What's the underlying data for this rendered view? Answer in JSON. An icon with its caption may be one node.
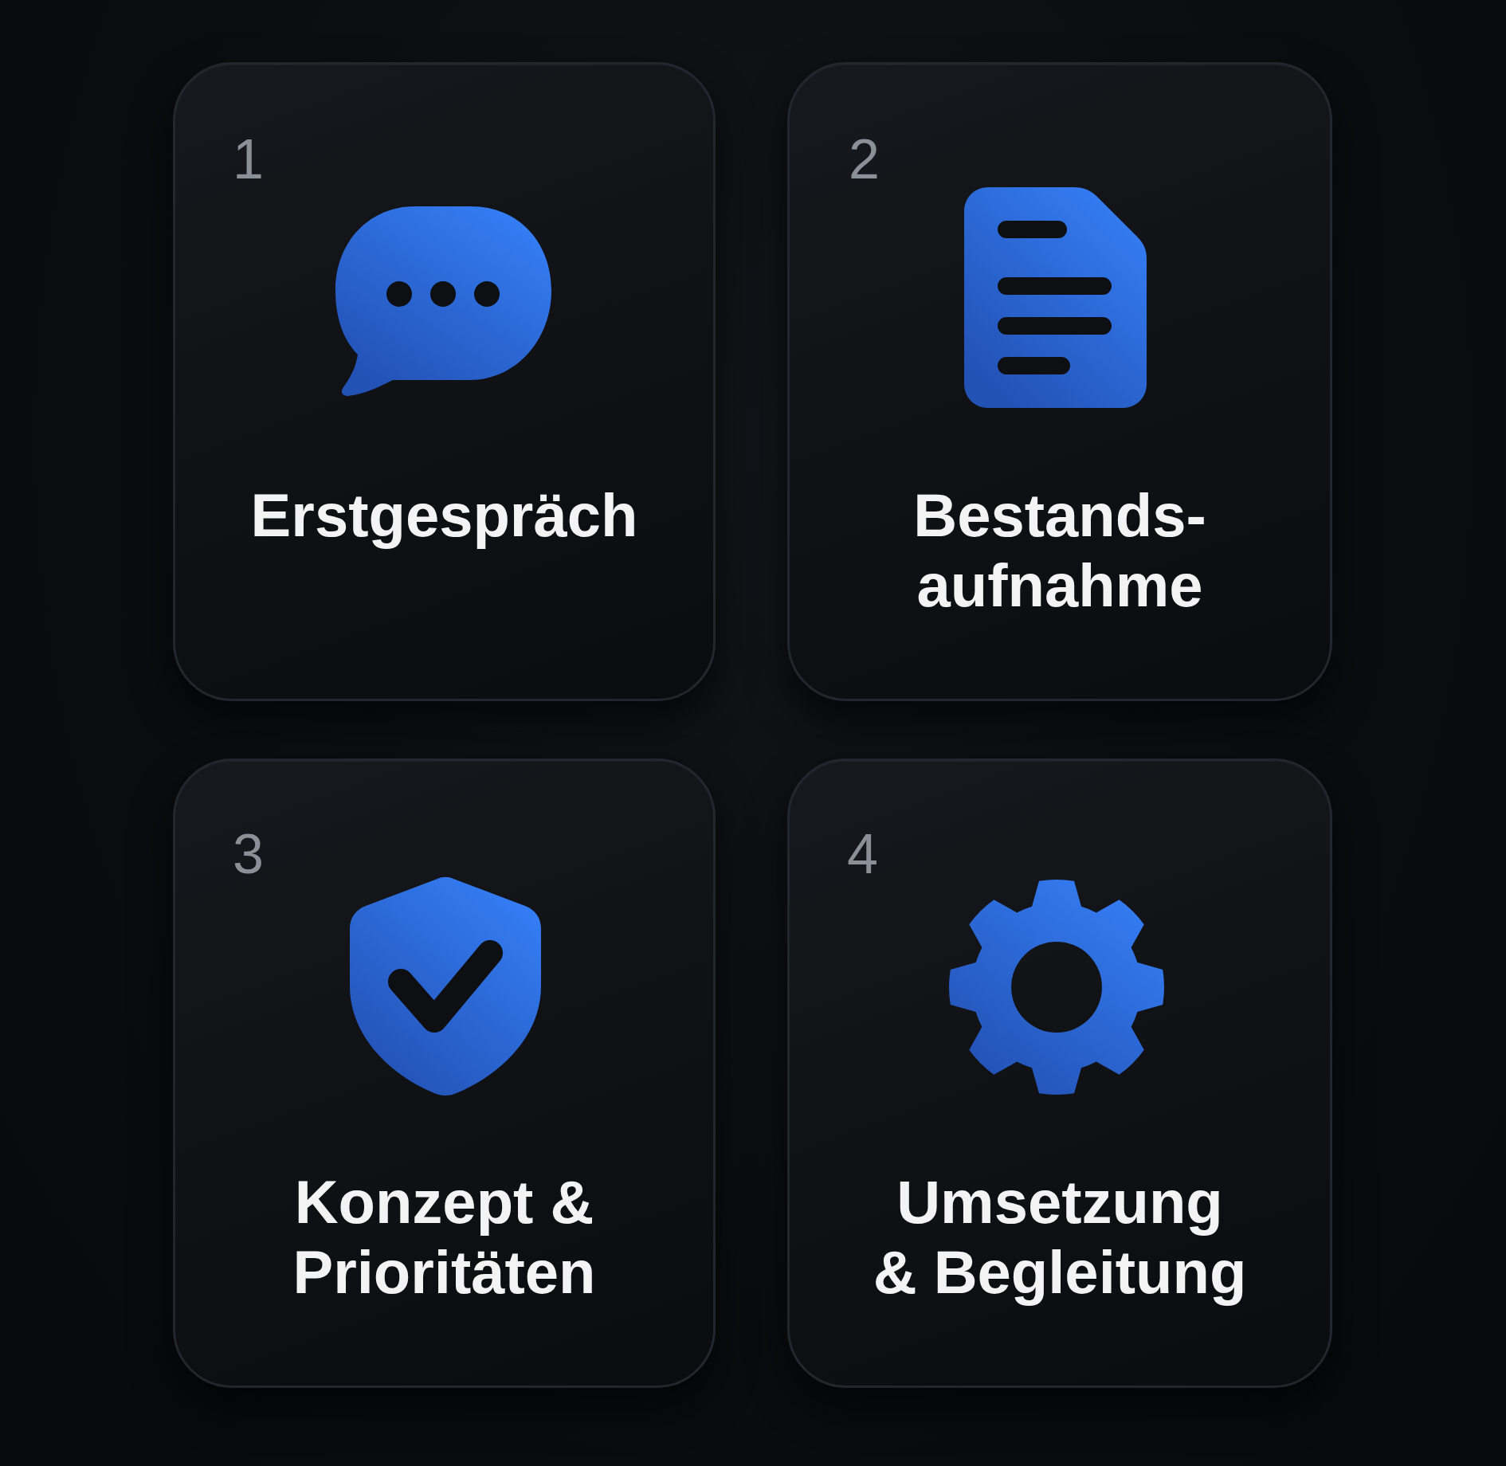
{
  "diagram": {
    "nodes": [
      {
        "text": [
          "1",
          "Erstgespräch"
        ]
      },
      {
        "text": [
          "2",
          "Bestands- aufnahme"
        ]
      },
      {
        "text": [
          "3",
          "Konzept & Prioritäten"
        ]
      },
      {
        "text": [
          "4",
          "Umsetzung & Begleitung"
        ]
      }
    ]
  }
}
